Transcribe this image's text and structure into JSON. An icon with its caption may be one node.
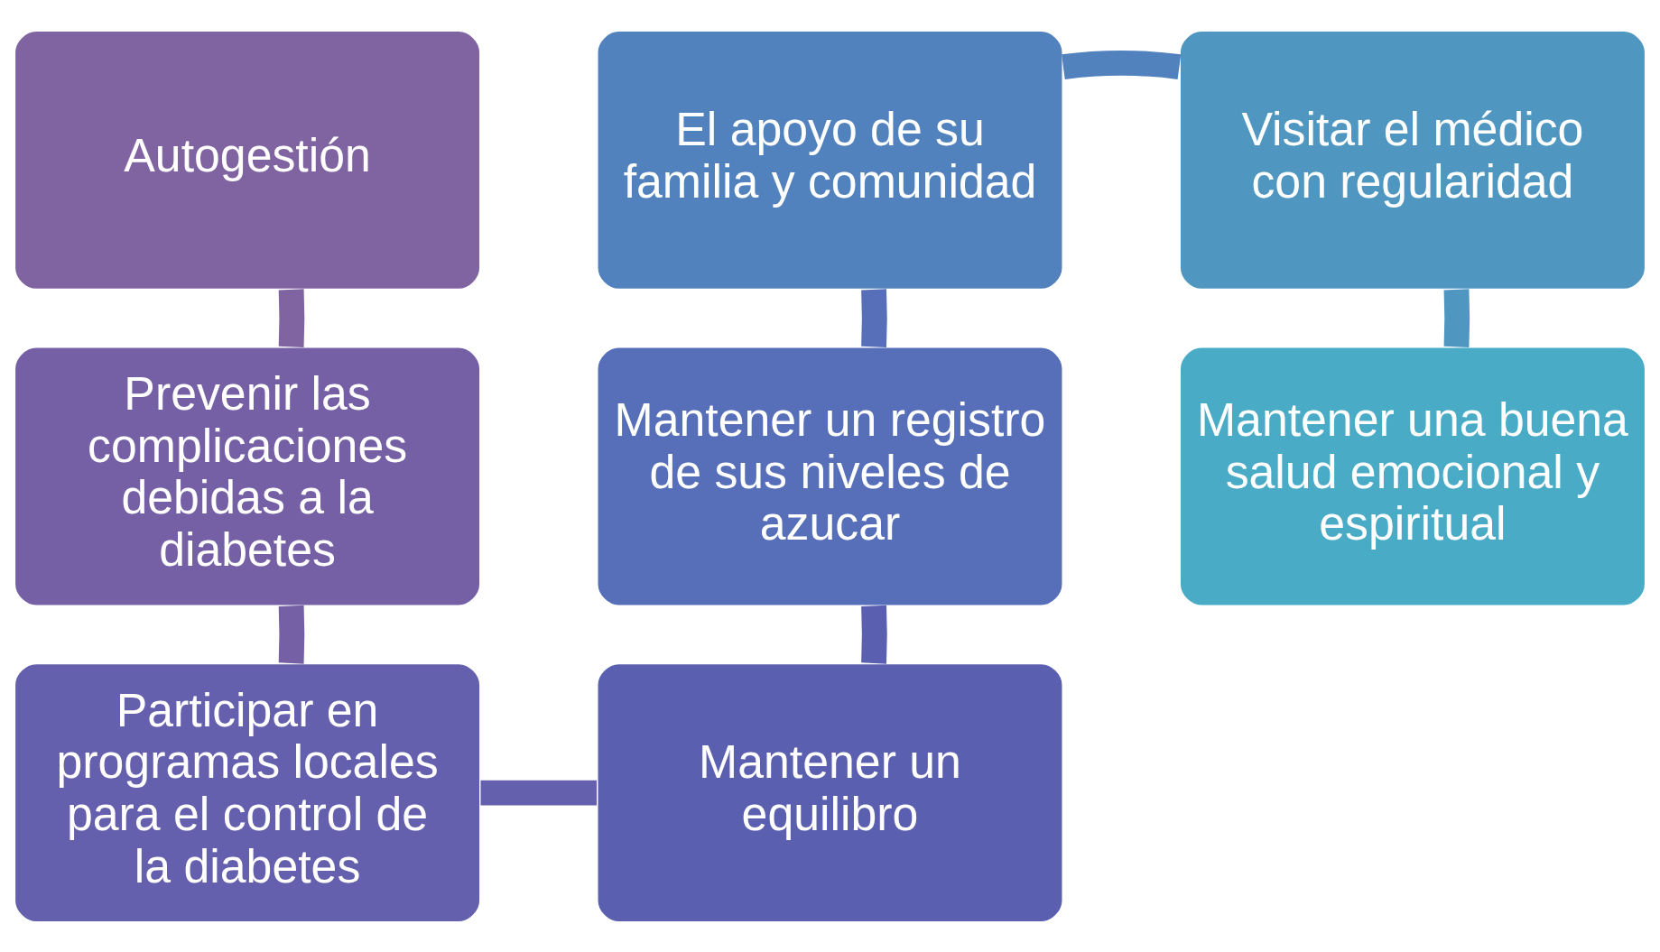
{
  "diagram": {
    "nodes": [
      {
        "text": [
          "Autogestión"
        ]
      },
      {
        "text": [
          "Prevenir las complicaciones debidas a la diabetes"
        ]
      },
      {
        "text": [
          "Participar en programas locales para el control de la diabetes"
        ]
      },
      {
        "text": [
          "Mantener un equilibro"
        ]
      },
      {
        "text": [
          "Mantener un registro de sus niveles de azucar"
        ]
      },
      {
        "text": [
          "El apoyo de su familia y comunidad"
        ]
      },
      {
        "text": [
          "Visitar el médico con regularidad"
        ]
      },
      {
        "text": [
          "Mantener una buena salud emocional y espiritual"
        ]
      }
    ],
    "edges": [
      {
        "from": 0,
        "to": 1,
        "arrow": "none"
      },
      {
        "from": 1,
        "to": 2,
        "arrow": "none"
      },
      {
        "from": 2,
        "to": 3,
        "arrow": "none"
      },
      {
        "from": 3,
        "to": 4,
        "arrow": "none"
      },
      {
        "from": 4,
        "to": 5,
        "arrow": "none"
      },
      {
        "from": 5,
        "to": 6,
        "arrow": "none"
      },
      {
        "from": 6,
        "to": 7,
        "arrow": "none"
      }
    ]
  }
}
